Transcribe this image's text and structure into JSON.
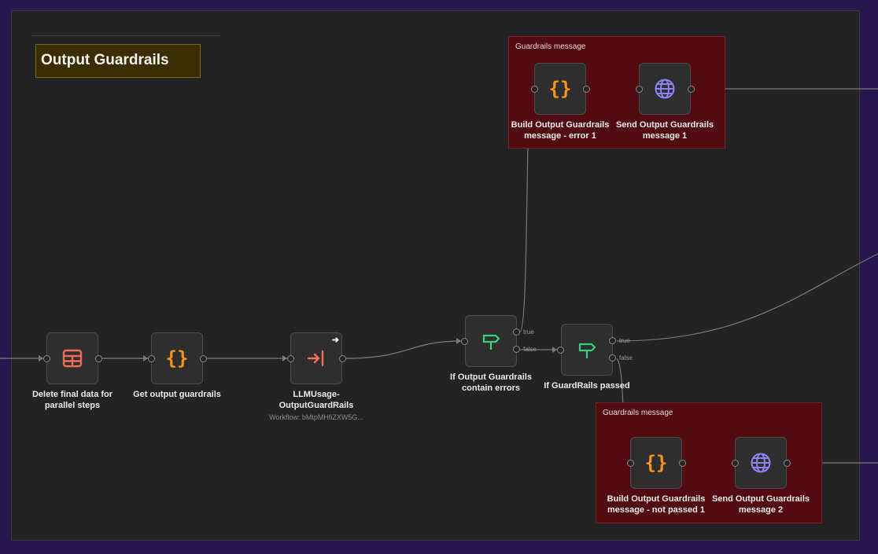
{
  "sticky_note": {
    "title": "Output Guardrails"
  },
  "groups": [
    {
      "title": "Guardrails message"
    },
    {
      "title": "Guardrails message"
    }
  ],
  "nodes": {
    "delete_final": {
      "label": "Delete final data for parallel steps",
      "icon": "table-icon"
    },
    "get_output": {
      "label": "Get output guardrails",
      "icon": "code-braces-icon"
    },
    "llm_usage": {
      "label": "LLMUsage-OutputGuardRails",
      "sublabel": "Workflow: bMtpMHfiZXW5G...",
      "icon": "enter-icon"
    },
    "if_contain_errors": {
      "label": "If Output Guardrails contain errors",
      "icon": "signpost-icon",
      "branch_true": "true",
      "branch_false": "false"
    },
    "if_passed": {
      "label": "If GuardRails passed",
      "icon": "signpost-icon",
      "branch_true": "true",
      "branch_false": "false"
    },
    "build_error": {
      "label": "Build Output Guardrails message - error 1",
      "icon": "code-braces-icon"
    },
    "send_1": {
      "label": "Send Output Guardrails message 1",
      "icon": "globe-icon"
    },
    "build_not_passed": {
      "label": "Build Output Guardrails message - not passed 1",
      "icon": "code-braces-icon"
    },
    "send_2": {
      "label": "Send Output Guardrails message 2",
      "icon": "globe-icon"
    }
  },
  "colors": {
    "canvas": "#232323",
    "background": "#26184f",
    "group": "#520b10",
    "sticky": "#3a2e00",
    "code_icon": "#f7941d",
    "table_icon": "#f36c55",
    "signpost_icon": "#39d17a",
    "globe_icon": "#8f82f5",
    "edge": "#7a7a7a"
  }
}
